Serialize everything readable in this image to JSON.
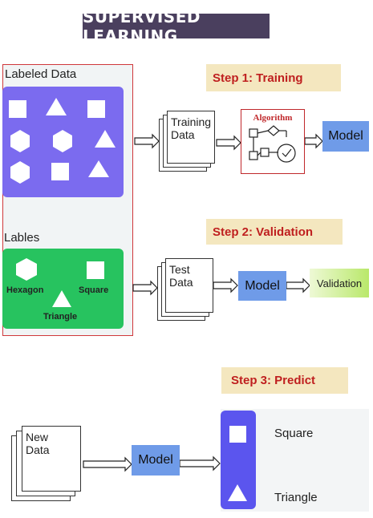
{
  "title": "SUPERVISED LEARNING",
  "labeled_data": {
    "heading": "Labeled Data"
  },
  "labels_panel": {
    "heading": "Lables",
    "hexagon": "Hexagon",
    "square": "Square",
    "triangle": "Triangle"
  },
  "step1": {
    "label": "Step 1: Training",
    "doc_text": "Training\nData",
    "algorithm": "Algorithm",
    "model": "Model"
  },
  "step2": {
    "label": "Step 2: Validation",
    "doc_text": "Test\nData",
    "model": "Model",
    "validation": "Validation"
  },
  "step3": {
    "label": "Step 3: Predict",
    "doc_text": "New\nData",
    "model": "Model",
    "result_square": "Square",
    "result_triangle": "Triangle"
  }
}
